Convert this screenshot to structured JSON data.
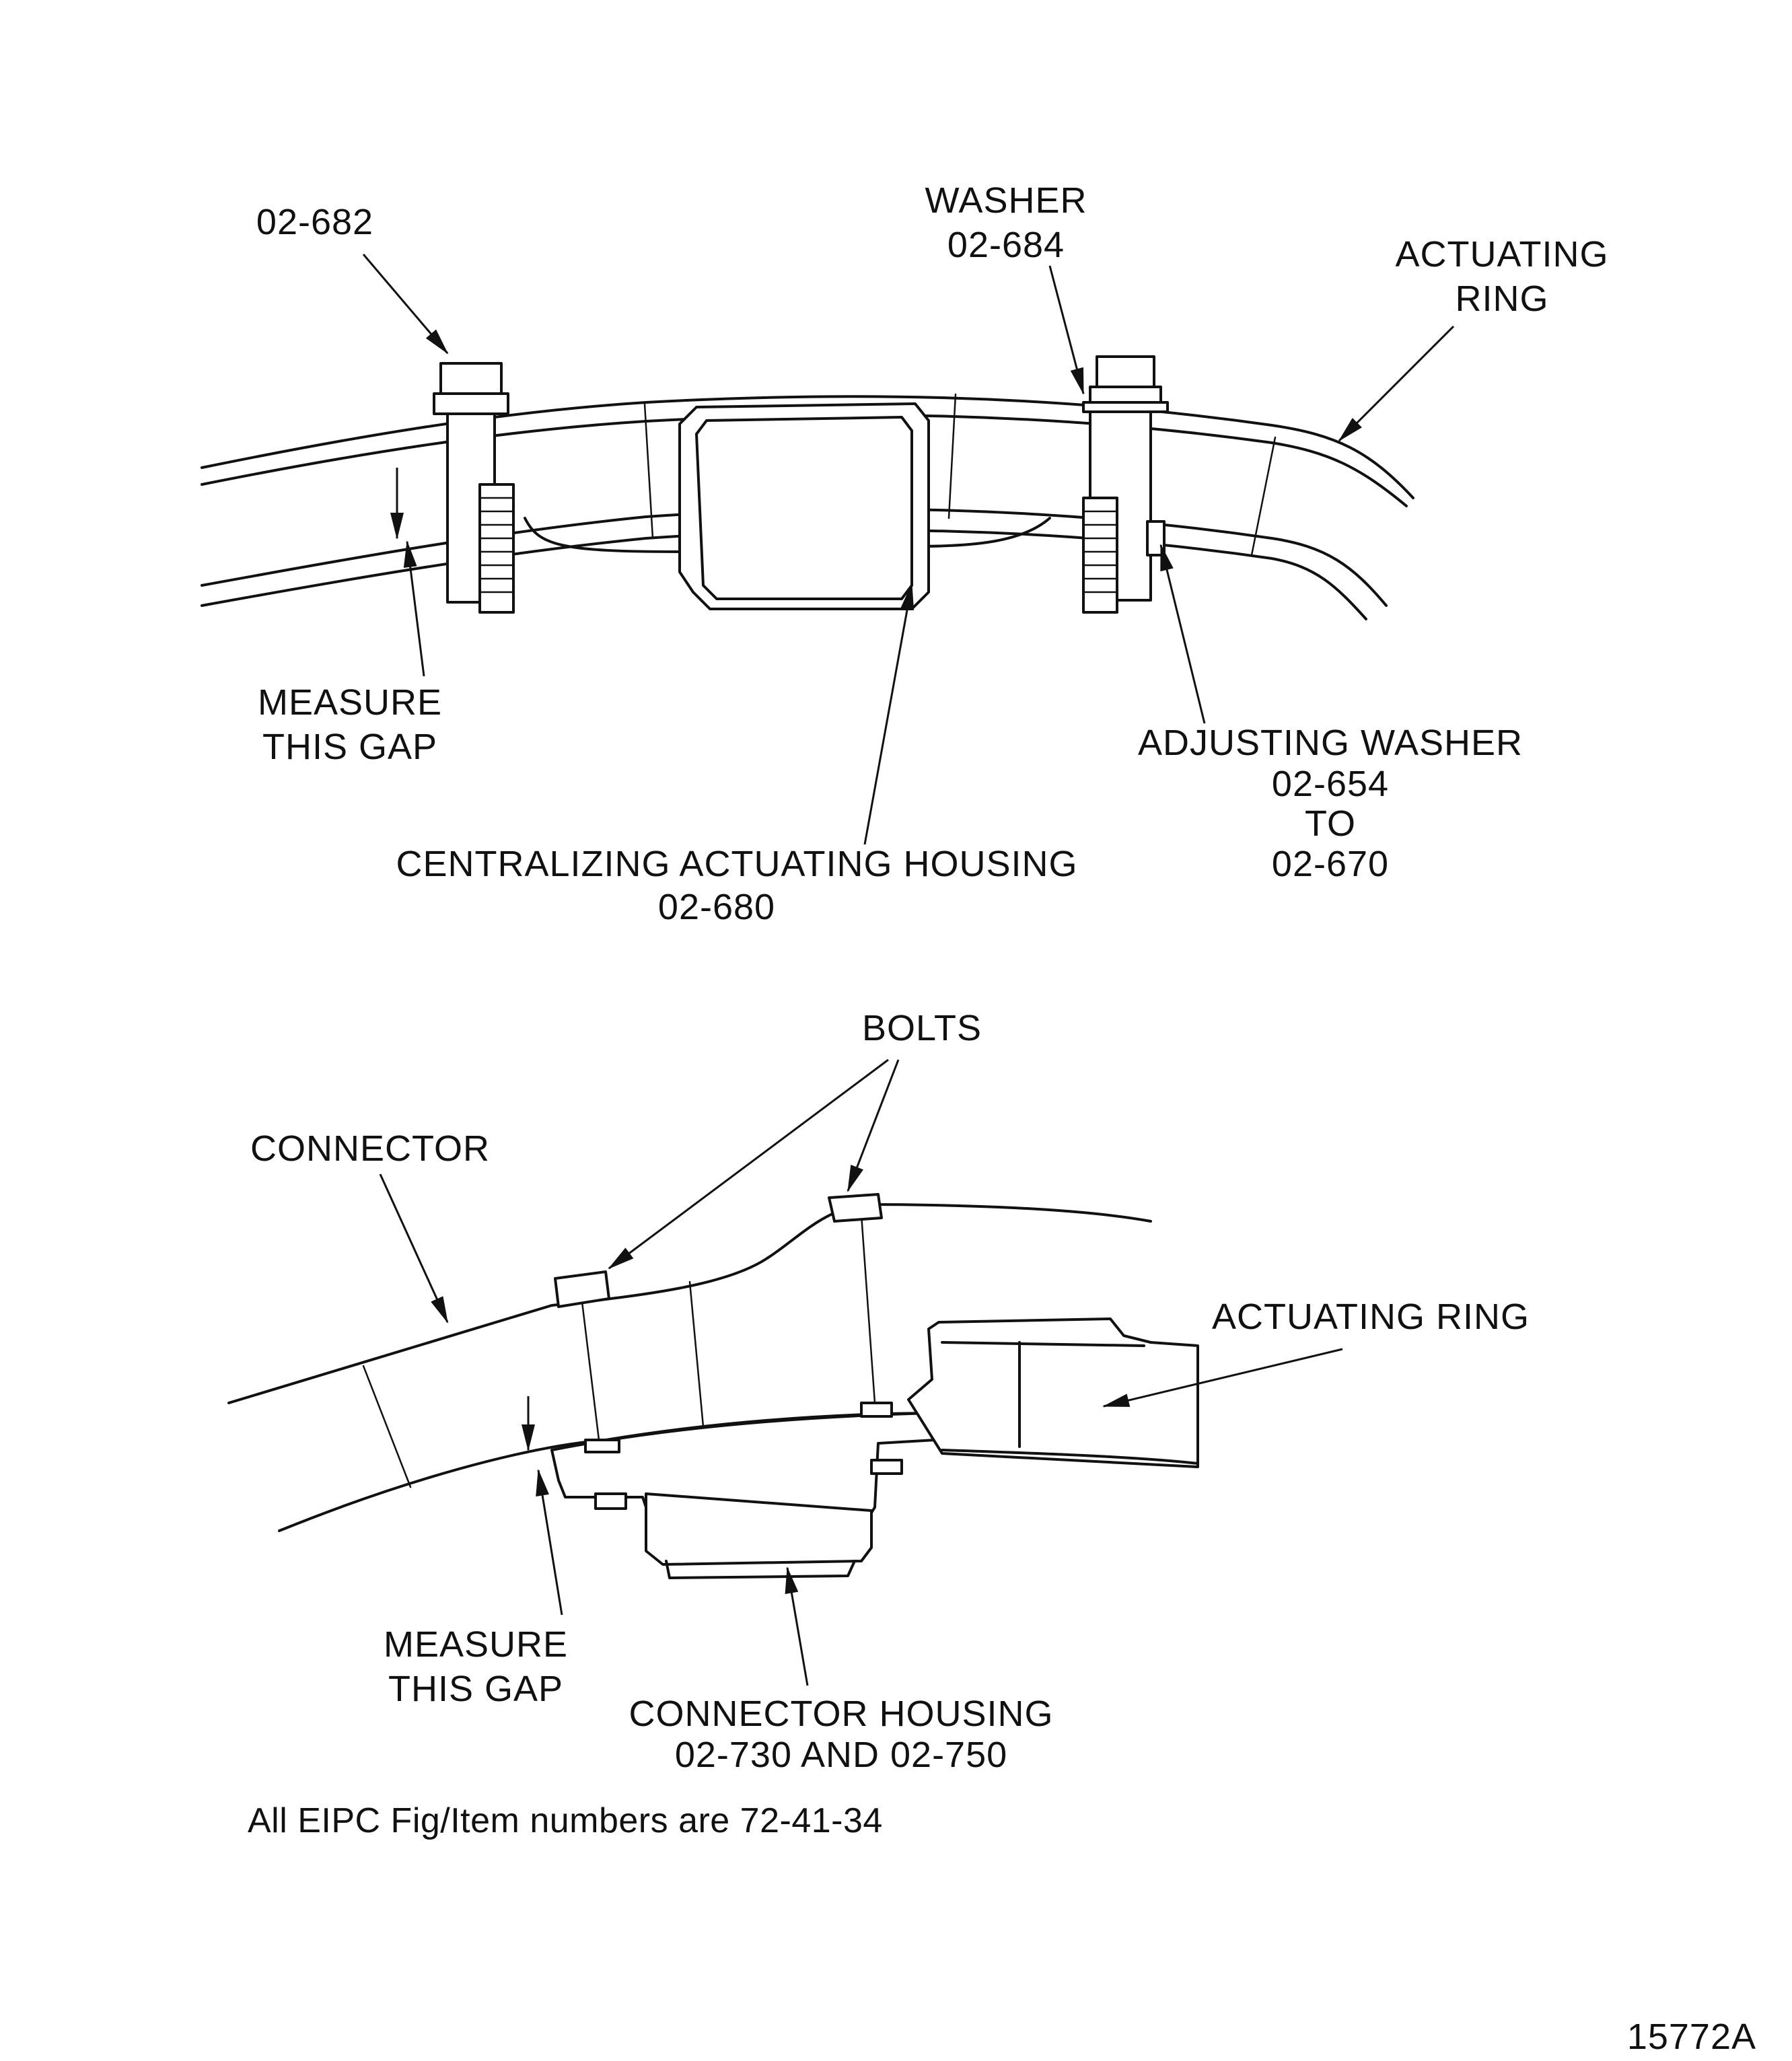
{
  "figure_id": "15772A",
  "footnote": "All EIPC Fig/Item numbers are 72-41-34",
  "top_view": {
    "bolt_label": "02-682",
    "washer_label": [
      "WASHER",
      "02-684"
    ],
    "actuating_ring_label": [
      "ACTUATING",
      "RING"
    ],
    "gap_label": [
      "MEASURE",
      "THIS GAP"
    ],
    "adjusting_washer_label": [
      "ADJUSTING WASHER",
      "02-654",
      "TO",
      "02-670"
    ],
    "housing_label": [
      "CENTRALIZING ACTUATING HOUSING",
      "02-680"
    ]
  },
  "bottom_view": {
    "bolts_label": "BOLTS",
    "connector_label": "CONNECTOR",
    "actuating_ring_label": "ACTUATING RING",
    "gap_label": [
      "MEASURE",
      "THIS GAP"
    ],
    "connector_housing_label": [
      "CONNECTOR HOUSING",
      "02-730 AND 02-750"
    ]
  }
}
